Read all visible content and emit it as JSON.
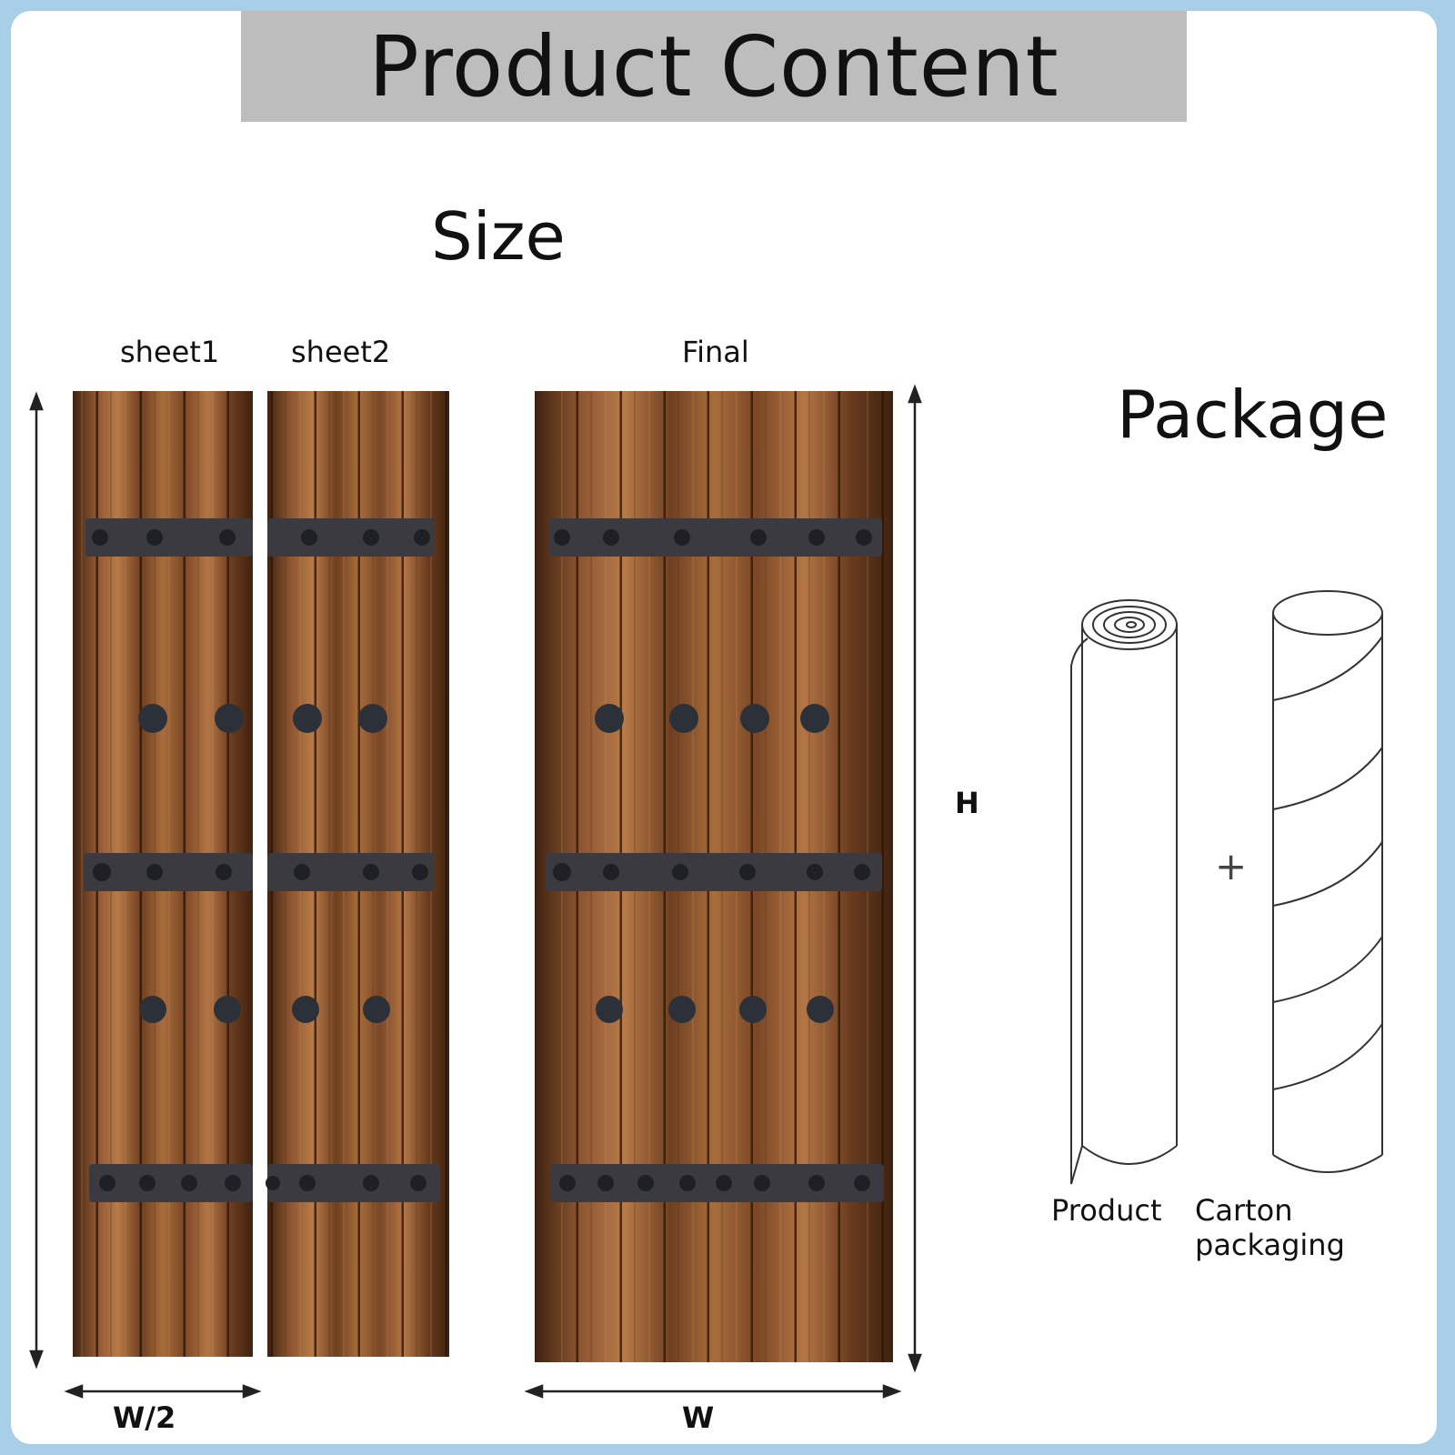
{
  "header": {
    "title": "Product Content"
  },
  "size_section": {
    "heading": "Size",
    "sheet1_label": "sheet1",
    "sheet2_label": "sheet2",
    "final_label": "Final",
    "half_width_label": "W/2",
    "width_label": "W",
    "height_label": "H"
  },
  "package_section": {
    "heading": "Package",
    "plus_sign": "+",
    "product_label": "Product",
    "carton_label": "Carton packaging"
  },
  "colors": {
    "border": "#a9cfe8",
    "banner": "#bdbdbd",
    "wood_dark": "#4a2a14",
    "wood_mid": "#8a5330",
    "wood_light": "#b87a48",
    "iron": "#3a3a40"
  },
  "icons": [
    "wooden-door-panel",
    "roll-icon",
    "tube-icon",
    "double-arrow"
  ]
}
